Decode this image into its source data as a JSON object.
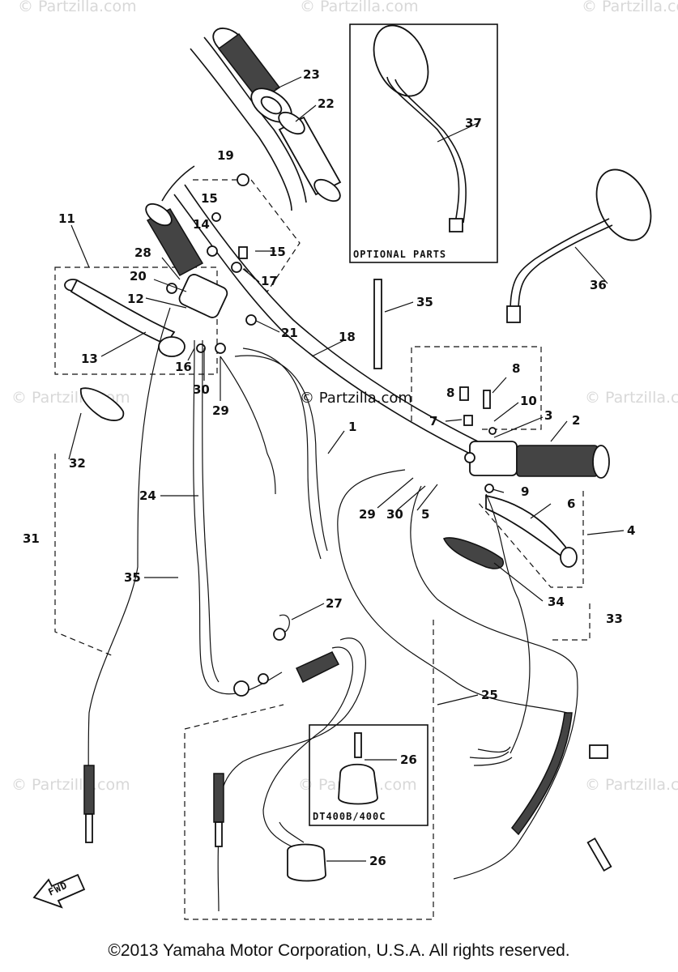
{
  "watermarks": {
    "corner": "© Partzilla.com",
    "center": "© Partzilla.com"
  },
  "boxes": {
    "optional_parts": "OPTIONAL PARTS",
    "variant": "DT400B/400C"
  },
  "labels": {
    "l1": "1",
    "l2": "2",
    "l3": "3",
    "l4": "4",
    "l5": "5",
    "l6": "6",
    "l7": "7",
    "l8a": "8",
    "l8b": "8",
    "l9": "9",
    "l10": "10",
    "l11": "11",
    "l12": "12",
    "l13": "13",
    "l14": "14",
    "l15a": "15",
    "l15b": "15",
    "l16": "16",
    "l17": "17",
    "l18": "18",
    "l19": "19",
    "l20": "20",
    "l21": "21",
    "l22": "22",
    "l23": "23",
    "l24": "24",
    "l25": "25",
    "l26a": "26",
    "l26b": "26",
    "l27": "27",
    "l28": "28",
    "l29a": "29",
    "l29b": "29",
    "l30a": "30",
    "l30b": "30",
    "l31": "31",
    "l32": "32",
    "l33": "33",
    "l34": "34",
    "l35a": "35",
    "l35b": "35",
    "l36": "36",
    "l37": "37"
  },
  "fwd": "FWD",
  "footer": "©2013 Yamaha Motor Corporation, U.S.A. All rights reserved."
}
